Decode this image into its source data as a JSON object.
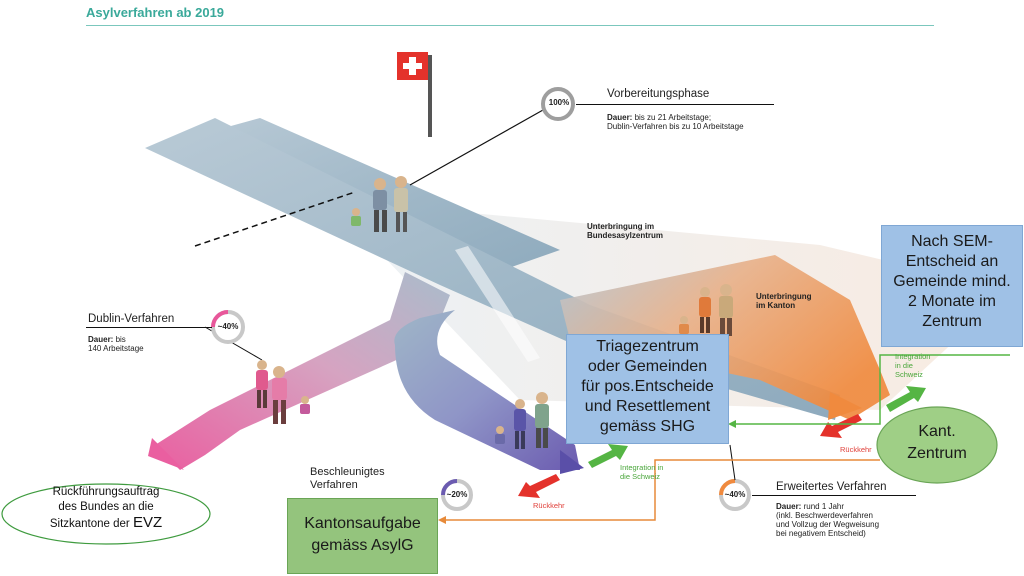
{
  "header": {
    "title": "Asylverfahren ab 2019"
  },
  "phases": {
    "vorbereitung": {
      "percent": "100%",
      "title": "Vorbereitungsphase",
      "detail_label": "Dauer:",
      "detail_text": "bis zu 21 Arbeitstage;",
      "detail_line2": "Dublin-Verfahren bis zu 10 Arbeitstage"
    },
    "bundesasyl": {
      "line1": "Unterbringung im",
      "line2": "Bundesasylzentrum"
    },
    "kanton_unterbringung": {
      "line1": "Unterbringung",
      "line2": "im Kanton"
    },
    "dublin": {
      "title": "Dublin-Verfahren",
      "percent": "~40%",
      "detail_label": "Dauer:",
      "detail_text": "bis",
      "detail_line2": "140 Arbeitstage"
    },
    "beschleunigt": {
      "line1": "Beschleunigtes",
      "line2": "Verfahren",
      "percent": "~20%"
    },
    "erweitert": {
      "title": "Erweitertes Verfahren",
      "percent": "~40%",
      "detail_label": "Dauer:",
      "detail_text": "rund 1 Jahr",
      "detail_line2": "(inkl. Beschwerdeverfahren",
      "detail_line3": "und Vollzug der Wegweisung",
      "detail_line4": "bei negativem Entscheid)"
    }
  },
  "flows": {
    "integration_1_l1": "Integration in",
    "integration_1_l2": "die Schweiz",
    "rueckkehr_1": "Rückkehr",
    "integration_2_l1": "Integration",
    "integration_2_l2": "in die",
    "integration_2_l3": "Schweiz",
    "rueckkehr_2": "Rückkehr"
  },
  "annotations": {
    "sem_box": [
      "Nach SEM-",
      "Entscheid an",
      "Gemeinde mind.",
      "2 Monate im",
      "Zentrum"
    ],
    "triage_box": [
      "Triagezentrum",
      "oder  Gemeinden",
      "für pos.Entscheide",
      "und Resettlement",
      "gemäss SHG"
    ],
    "kant_zentrum": [
      "Kant.",
      "Zentrum"
    ],
    "kantonsaufgabe": [
      "Kantonsaufgabe",
      "gemäss AsylG"
    ],
    "rueckfuehrung": [
      "Rückführungsauftrag",
      "des Bundes an die",
      "Sitzkantone der"
    ],
    "rueckfuehrung_evz": "EVZ"
  },
  "colors": {
    "title_teal": "#3aa99a",
    "road_blue": "#9db7c8",
    "dublin_pink": "#e8579a",
    "beschleunigt_violet": "#6b5bb0",
    "erweitert_orange": "#f08a3e",
    "integration_green": "#55b544",
    "rueckkehr_red": "#e4322b",
    "sem_box_blue": "#9fc1e6",
    "kant_green": "#94c47d",
    "orange_line": "#e78a3a"
  },
  "icons": [
    "swiss-flag-icon",
    "family-group-icon"
  ]
}
